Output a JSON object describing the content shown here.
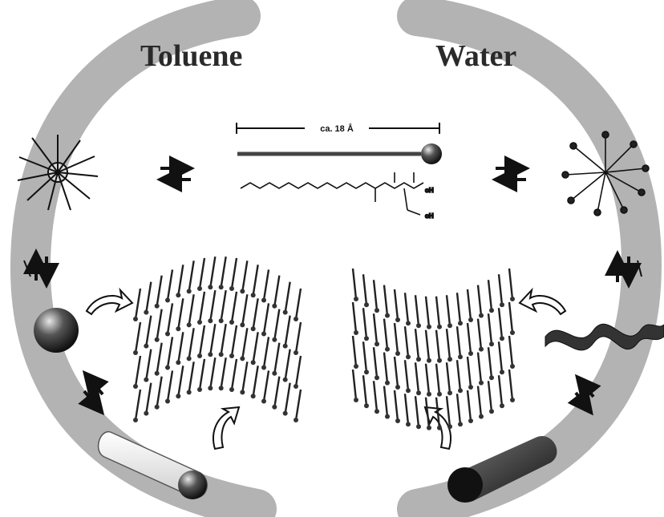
{
  "labels": {
    "left_solvent": "Toluene",
    "right_solvent": "Water",
    "length_scale": "ca. 18 Å"
  },
  "colors": {
    "arc": "#9a9a9a",
    "ink": "#111111",
    "sphere": "#3a3a3a"
  },
  "icons": [
    "reverse-micelle-icon",
    "micelle-icon",
    "amphiphile-rod-icon",
    "molecular-structure-icon",
    "equilibrium-arrows-icon",
    "curved-arrow-icon",
    "bilayer-lattice-icon",
    "sphere-icon",
    "tube-icon",
    "helical-ribbon-icon"
  ]
}
